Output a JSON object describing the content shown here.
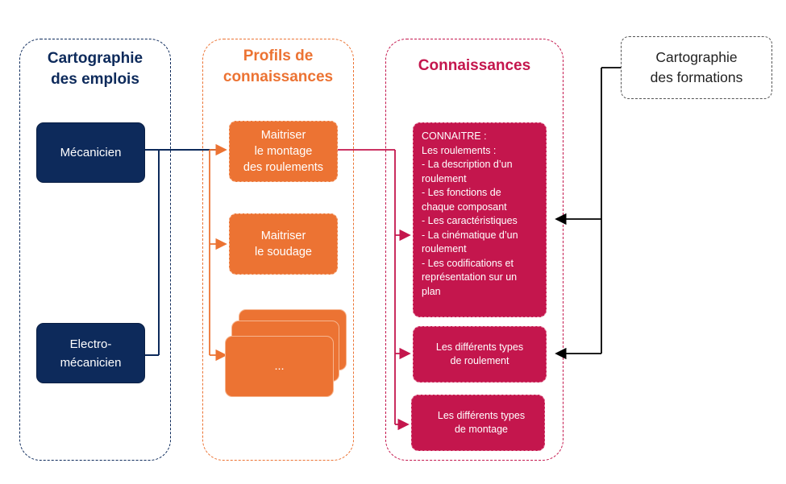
{
  "colors": {
    "navy": "#0d2a5b",
    "orange": "#ec7333",
    "crimson": "#c4164d"
  },
  "columns": {
    "emplois": {
      "title_line1": "Cartographie",
      "title_line2": "des emplois"
    },
    "profils": {
      "title_line1": "Profils de",
      "title_line2": "connaissances"
    },
    "connaissances": {
      "title": "Connaissances"
    }
  },
  "emplois": [
    {
      "line1": "Mécanicien"
    },
    {
      "line1": "Electro-",
      "line2": "mécanicien"
    }
  ],
  "profils": [
    {
      "line1": "Maitriser",
      "line2": "le montage",
      "line3": "des roulements"
    },
    {
      "line1": "Maitriser",
      "line2": "le soudage"
    },
    {
      "line1": "..."
    }
  ],
  "connaissances": {
    "main": {
      "lines": [
        "CONNAITRE :",
        "Les roulements :",
        "- La description d’un",
        "roulement",
        "- Les fonctions de",
        "chaque composant",
        "- Les caractéristiques",
        "- La cinématique d’un",
        "roulement",
        "- Les codifications et",
        "représentation sur un",
        "plan"
      ]
    },
    "types_roulement": {
      "line1": "Les différents types",
      "line2": "de roulement"
    },
    "types_montage": {
      "line1": "Les différents types",
      "line2": "de montage"
    }
  },
  "formations": {
    "line1": "Cartographie",
    "line2": "des formations"
  }
}
